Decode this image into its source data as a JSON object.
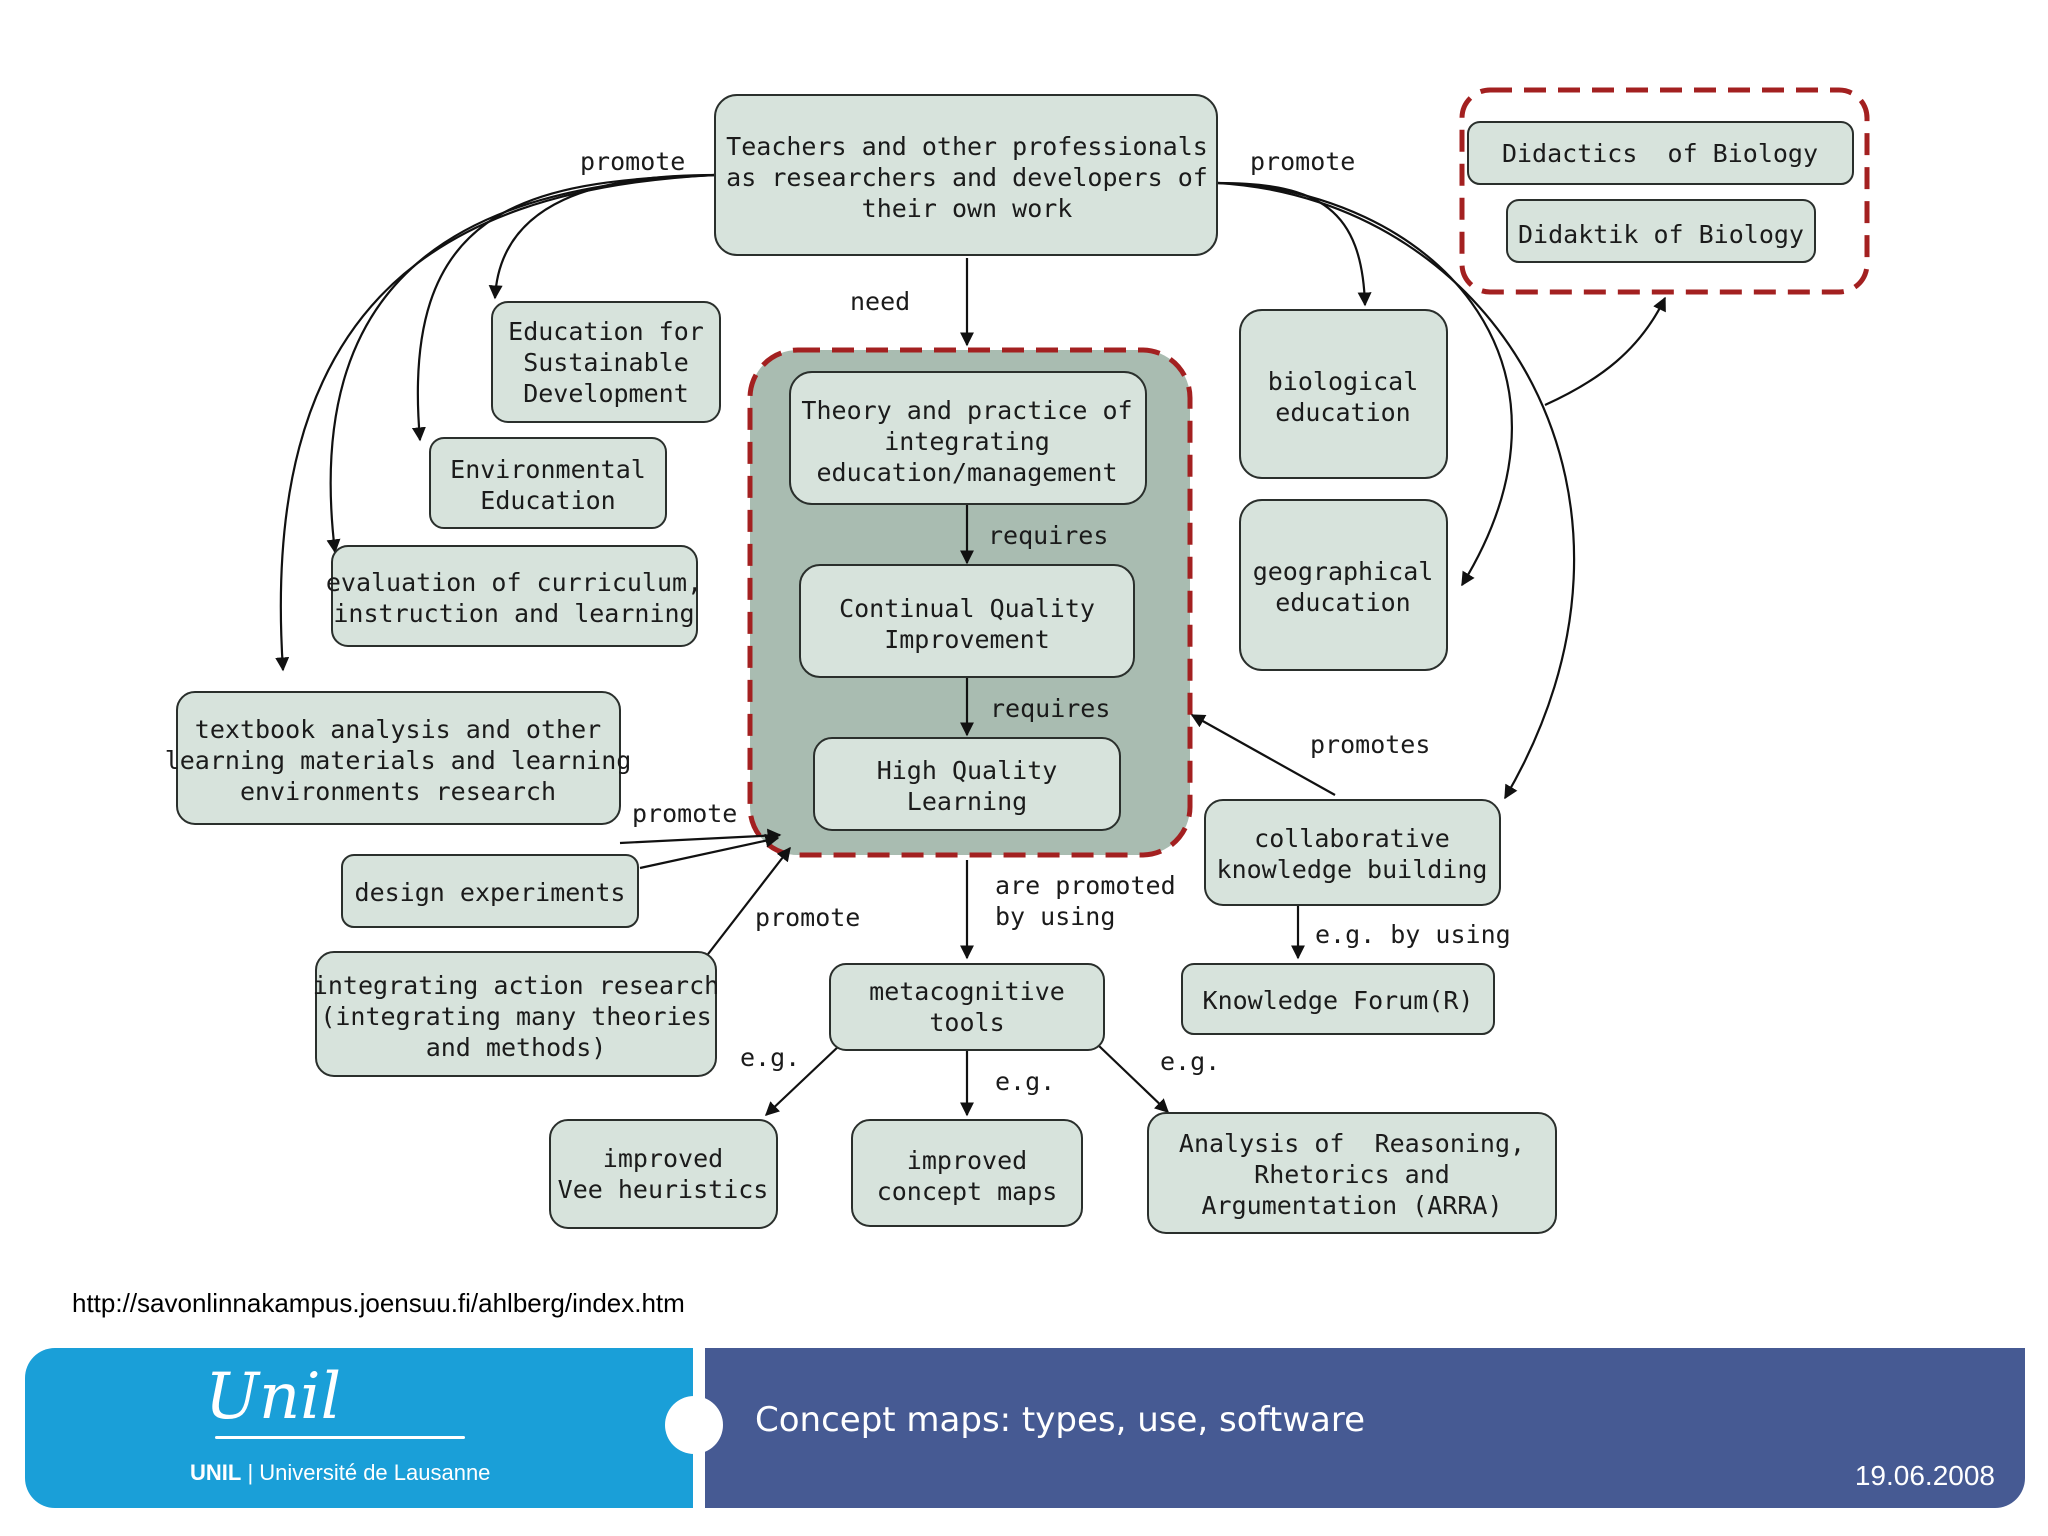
{
  "source_url": "http://savonlinnakampus.joensuu.fi/ahlberg/index.htm",
  "footer": {
    "logo_script": "Unil",
    "logo_bold": "UNIL",
    "logo_text": " | Université de Lausanne",
    "title": "Concept maps: types, use, software",
    "date": "19.06.2008"
  },
  "nodes": {
    "teachers": [
      "Teachers and other professionals",
      "as researchers and developers of",
      "their own work"
    ],
    "didactics": [
      "Didactics  of Biology"
    ],
    "didaktik": [
      "Didaktik of Biology"
    ],
    "esd": [
      "Education for",
      "Sustainable",
      "Development"
    ],
    "env_ed": [
      "Environmental",
      "Education"
    ],
    "evaluation": [
      "evaluation of curriculum,",
      "instruction and learning"
    ],
    "textbook": [
      "textbook analysis and other",
      "learning materials and learning",
      "environments research"
    ],
    "design": [
      "design experiments"
    ],
    "action_research": [
      "integrating action research",
      "(integrating many theories",
      "and methods)"
    ],
    "theory": [
      "Theory and practice of",
      "integrating",
      "education/management"
    ],
    "cqi": [
      "Continual Quality",
      "Improvement"
    ],
    "hql": [
      "High Quality",
      "Learning"
    ],
    "bio_ed": [
      "biological",
      "education"
    ],
    "geo_ed": [
      "geographical",
      "education"
    ],
    "collab": [
      "collaborative",
      "knowledge building"
    ],
    "forum": [
      "Knowledge Forum(R)"
    ],
    "metacog": [
      "metacognitive",
      "tools"
    ],
    "vee": [
      "improved",
      "Vee heuristics"
    ],
    "cmaps": [
      "improved",
      "concept maps"
    ],
    "arra": [
      "Analysis of  Reasoning,",
      "Rhetorics and",
      "Argumentation (ARRA)"
    ]
  },
  "links": {
    "promote_left": "promote",
    "promote_right": "promote",
    "need": "need",
    "requires_1": "requires",
    "requires_2": "requires",
    "promotes": "promotes",
    "promote_textbook": "promote",
    "promote_action": "promote",
    "promoted_using_1": "are promoted",
    "promoted_using_2": "by using",
    "eg_using": "e.g. by using",
    "eg_1": "e.g.",
    "eg_2": "e.g.",
    "eg_3": "e.g."
  },
  "colors": {
    "node_fill": "#d7e3dc",
    "group_fill": "#a9bcb1",
    "group_border": "#a32020",
    "footer_left": "#1a9fd8",
    "footer_right": "#465a93"
  }
}
